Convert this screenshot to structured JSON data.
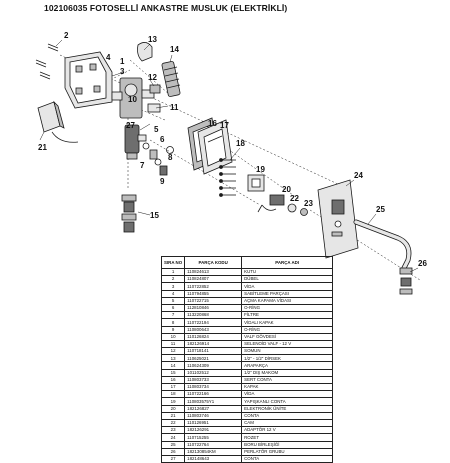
{
  "title": "102106035 FOTOSELLİ ANKASTRE MUSLUK (ELEKTRİKLİ)",
  "callouts": [
    "1",
    "2",
    "3",
    "4",
    "5",
    "6",
    "7",
    "8",
    "9",
    "10",
    "11",
    "12",
    "13",
    "14",
    "15",
    "16",
    "17",
    "18",
    "19",
    "20",
    "21",
    "22",
    "23",
    "24",
    "25",
    "26",
    "27"
  ],
  "table": {
    "headers": {
      "no": "SIRA NO",
      "code": "PARÇA KODU",
      "name": "PARÇA ADI"
    },
    "rows": [
      {
        "no": "1",
        "code": "110824613",
        "name": "KUTU"
      },
      {
        "no": "2",
        "code": "110824807",
        "name": "DÜBEL"
      },
      {
        "no": "3",
        "code": "110722852",
        "name": "VİDA"
      },
      {
        "no": "4",
        "code": "110794855",
        "name": "SABİTLEME PARÇASI"
      },
      {
        "no": "5",
        "code": "110722715",
        "name": "AÇMA KAPAMA VİDASI"
      },
      {
        "no": "6",
        "code": "112810846",
        "name": "O-RİNG"
      },
      {
        "no": "7",
        "code": "113220868",
        "name": "FİLTRE"
      },
      {
        "no": "8",
        "code": "110722194",
        "name": "VİDALI KAPAK"
      },
      {
        "no": "9",
        "code": "110800643",
        "name": "O-RİNG"
      },
      {
        "no": "10",
        "code": "110126824",
        "name": "VALF GÖVDESİ"
      },
      {
        "no": "11",
        "code": "182126914",
        "name": "SELENOİD VALF - 12 V"
      },
      {
        "no": "12",
        "code": "110718141",
        "name": "SOMUN"
      },
      {
        "no": "13",
        "code": "110625021",
        "name": "1/2\" - 1/2\" DİRSEK"
      },
      {
        "no": "14",
        "code": "110624309",
        "name": "ARAPARÇA"
      },
      {
        "no": "15",
        "code": "101102512",
        "name": "1/2\" DIŞ MAKOM"
      },
      {
        "no": "16",
        "code": "110803733",
        "name": "SERT CONTA"
      },
      {
        "no": "17",
        "code": "110803734",
        "name": "KAPAK"
      },
      {
        "no": "18",
        "code": "110722166",
        "name": "VİDA"
      },
      {
        "no": "19",
        "code": "110803575Y1",
        "name": "YAPIŞKANLI CONTA"
      },
      {
        "no": "20",
        "code": "182126827",
        "name": "ELEKTRONİK ÜNİTE"
      },
      {
        "no": "21",
        "code": "110803746",
        "name": "CONTA"
      },
      {
        "no": "22",
        "code": "110126951",
        "name": "CAM"
      },
      {
        "no": "23",
        "code": "182126291",
        "name": "ADAPTÖR 12 V"
      },
      {
        "no": "24",
        "code": "110715255",
        "name": "ROZET"
      },
      {
        "no": "25",
        "code": "110722764",
        "name": "BORU BİRLEŞİĞİ"
      },
      {
        "no": "26",
        "code": "182130854KM",
        "name": "PERLATÖR GRUBU"
      },
      {
        "no": "27",
        "code": "182148643",
        "name": "CONTA"
      }
    ]
  },
  "colors": {
    "line": "#1a1a1a",
    "fill_light": "#e6e6e6",
    "fill_mid": "#bdbdbd",
    "fill_dark": "#6e6e6e"
  }
}
